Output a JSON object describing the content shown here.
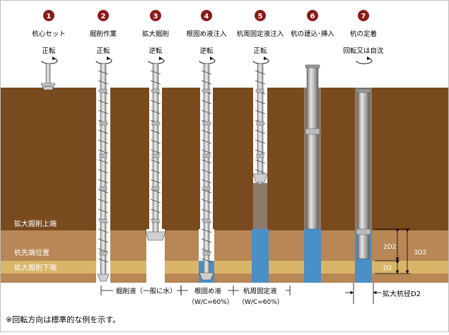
{
  "steps": [
    {
      "num": "1",
      "title": "杭心セット",
      "rotation": "正転"
    },
    {
      "num": "2",
      "title": "掘削作業",
      "rotation": "正転"
    },
    {
      "num": "3",
      "title": "拡大掘削",
      "rotation": "逆転"
    },
    {
      "num": "4",
      "title": "根固め液注入",
      "rotation": "逆転"
    },
    {
      "num": "5",
      "title": "杭周固定液注入",
      "rotation": "正転"
    },
    {
      "num": "6",
      "title": "杭の建込･挿入",
      "rotation": ""
    },
    {
      "num": "7",
      "title": "杭の定着",
      "rotation": "回転又は自沈"
    }
  ],
  "layers": {
    "top": "拡大掘削上端",
    "pile_tip": "杭先端位置",
    "bottom": "拡大掘削下端"
  },
  "dimensions": {
    "d2_2": "2D2",
    "d2_3": "3D2",
    "d2": "D2",
    "diameter": "拡大杭径D2"
  },
  "fluids": [
    {
      "label": "掘削液（一般に水）",
      "note": ""
    },
    {
      "label": "根固め液",
      "note": "（W/C=60%）"
    },
    {
      "label": "杭周固定液",
      "note": "（W/C=60%）"
    }
  ],
  "footnote": "※回転方向は標準的な例を示す。",
  "colors": {
    "step_circle": "#8b1a1a",
    "soil_upper": "#7a4a1f",
    "soil_band": "#b88755",
    "soil_yellow": "#d9b56a",
    "slurry_blue": "#4b8fc7",
    "fixing_grey": "#8e7a6b"
  }
}
